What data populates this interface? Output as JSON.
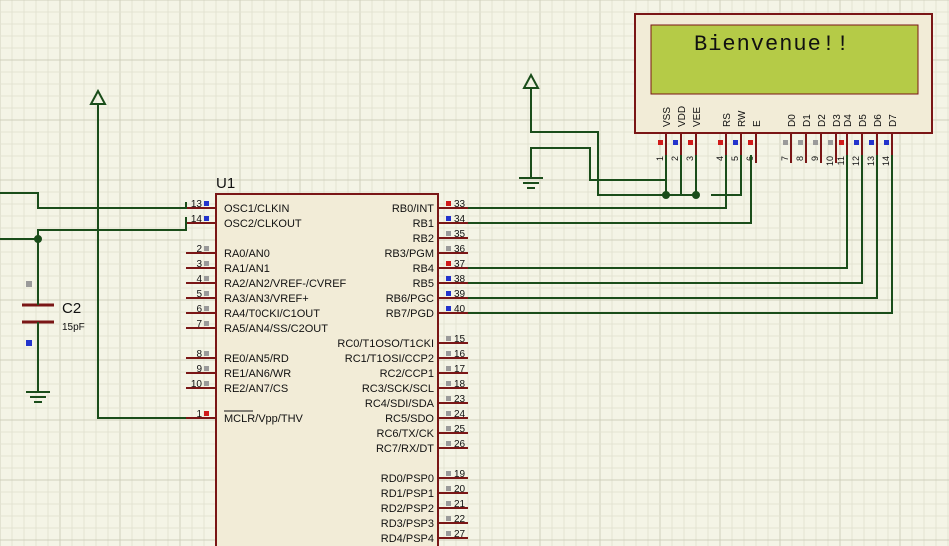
{
  "colors": {
    "background": "#f4f4e6",
    "grid_minor": "#e3e3d2",
    "grid_major": "#cfcfbc",
    "wire": "#1a4d1a",
    "component": "#7a1616",
    "chip_fill": "#f2ecd7",
    "lcd_screen": "#b5cb47",
    "pin_red": "#d01a1a",
    "pin_blue": "#2233cc",
    "pin_gray": "#9a9a9a",
    "text": "#111111"
  },
  "lcd": {
    "text": "Bienvenue!!",
    "pins": [
      {
        "name": "VSS",
        "num": "1",
        "state": "red"
      },
      {
        "name": "VDD",
        "num": "2",
        "state": "blue"
      },
      {
        "name": "VEE",
        "num": "3",
        "state": "red"
      },
      {
        "name": "RS",
        "num": "4",
        "state": "red"
      },
      {
        "name": "RW",
        "num": "5",
        "state": "blue"
      },
      {
        "name": "E",
        "num": "6",
        "state": "red"
      },
      {
        "name": "D0",
        "num": "7",
        "state": "gray"
      },
      {
        "name": "D1",
        "num": "8",
        "state": "gray"
      },
      {
        "name": "D2",
        "num": "9",
        "state": "gray"
      },
      {
        "name": "D3",
        "num": "10",
        "state": "gray"
      },
      {
        "name": "D4",
        "num": "11",
        "state": "red"
      },
      {
        "name": "D5",
        "num": "12",
        "state": "blue"
      },
      {
        "name": "D6",
        "num": "13",
        "state": "blue"
      },
      {
        "name": "D7",
        "num": "14",
        "state": "blue"
      }
    ]
  },
  "mcu": {
    "ref": "U1",
    "left_pins": [
      {
        "label": "OSC1/CLKIN",
        "num": "13",
        "state": "blue"
      },
      {
        "label": "OSC2/CLKOUT",
        "num": "14",
        "state": "blue"
      },
      {
        "label": "RA0/AN0",
        "num": "2",
        "state": "gray"
      },
      {
        "label": "RA1/AN1",
        "num": "3",
        "state": "gray"
      },
      {
        "label": "RA2/AN2/VREF-/CVREF",
        "num": "4",
        "state": "gray"
      },
      {
        "label": "RA3/AN3/VREF+",
        "num": "5",
        "state": "gray"
      },
      {
        "label": "RA4/T0CKI/C1OUT",
        "num": "6",
        "state": "gray"
      },
      {
        "label": "RA5/AN4/SS/C2OUT",
        "num": "7",
        "state": "gray"
      },
      {
        "label": "RE0/AN5/RD",
        "num": "8",
        "state": "gray"
      },
      {
        "label": "RE1/AN6/WR",
        "num": "9",
        "state": "gray"
      },
      {
        "label": "RE2/AN7/CS",
        "num": "10",
        "state": "gray"
      },
      {
        "label": "MCLR/Vpp/THV",
        "num": "1",
        "state": "red"
      }
    ],
    "right_pins": [
      {
        "label": "RB0/INT",
        "num": "33",
        "state": "red"
      },
      {
        "label": "RB1",
        "num": "34",
        "state": "blue"
      },
      {
        "label": "RB2",
        "num": "35",
        "state": "gray"
      },
      {
        "label": "RB3/PGM",
        "num": "36",
        "state": "gray"
      },
      {
        "label": "RB4",
        "num": "37",
        "state": "red"
      },
      {
        "label": "RB5",
        "num": "38",
        "state": "blue"
      },
      {
        "label": "RB6/PGC",
        "num": "39",
        "state": "blue"
      },
      {
        "label": "RB7/PGD",
        "num": "40",
        "state": "blue"
      },
      {
        "label": "RC0/T1OSO/T1CKI",
        "num": "15",
        "state": "gray"
      },
      {
        "label": "RC1/T1OSI/CCP2",
        "num": "16",
        "state": "gray"
      },
      {
        "label": "RC2/CCP1",
        "num": "17",
        "state": "gray"
      },
      {
        "label": "RC3/SCK/SCL",
        "num": "18",
        "state": "gray"
      },
      {
        "label": "RC4/SDI/SDA",
        "num": "23",
        "state": "gray"
      },
      {
        "label": "RC5/SDO",
        "num": "24",
        "state": "gray"
      },
      {
        "label": "RC6/TX/CK",
        "num": "25",
        "state": "gray"
      },
      {
        "label": "RC7/RX/DT",
        "num": "26",
        "state": "gray"
      },
      {
        "label": "RD0/PSP0",
        "num": "19",
        "state": "gray"
      },
      {
        "label": "RD1/PSP1",
        "num": "20",
        "state": "gray"
      },
      {
        "label": "RD2/PSP2",
        "num": "21",
        "state": "gray"
      },
      {
        "label": "RD3/PSP3",
        "num": "22",
        "state": "gray"
      },
      {
        "label": "RD4/PSP4",
        "num": "27",
        "state": "gray"
      }
    ]
  },
  "capacitor": {
    "ref": "C2",
    "value": "15pF"
  }
}
